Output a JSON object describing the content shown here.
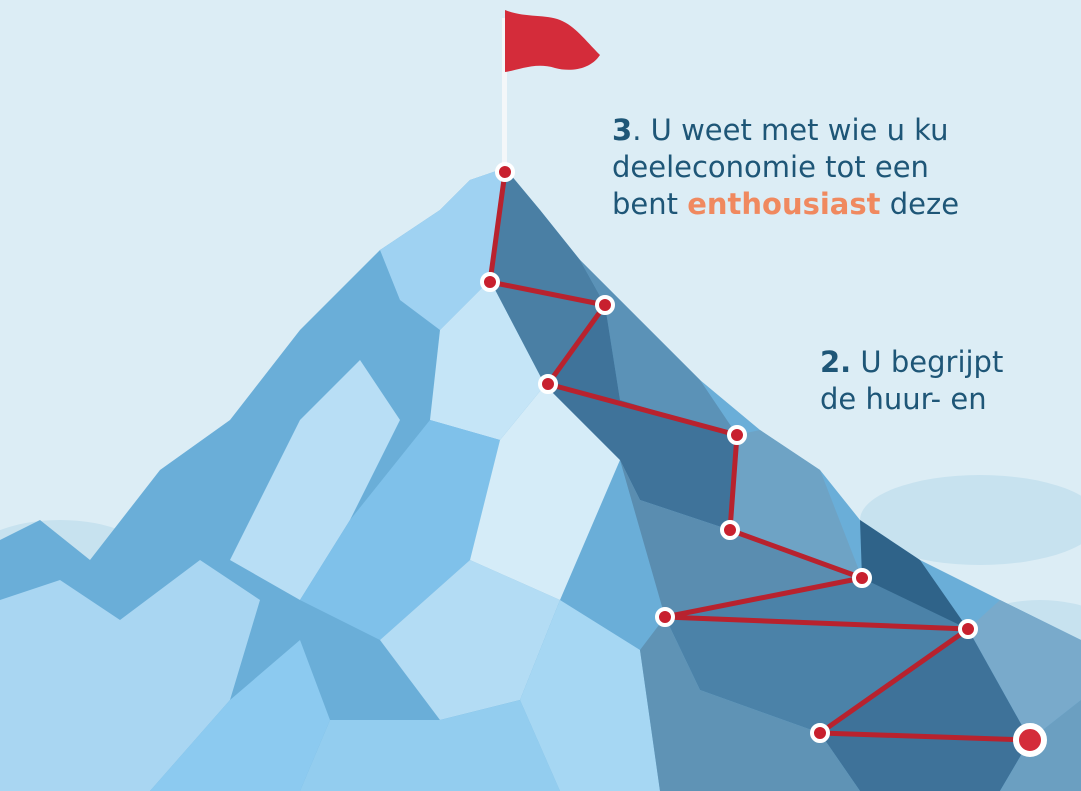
{
  "steps": [
    {
      "number": "3",
      "number_suffix": ".",
      "line1_text": " U weet met wie u ku",
      "line2_text": "deeleconomie tot een",
      "line3_pre": "bent ",
      "line3_highlight": "enthousiast",
      "line3_post": " deze"
    },
    {
      "number": "2.",
      "line1_text": " U begrijpt",
      "line2_text": "de huur- en"
    }
  ],
  "colors": {
    "background": "#dcedf5",
    "text": "#1e5677",
    "highlight": "#f0895f",
    "flag": "#d42c3a",
    "path": "#b8222e"
  },
  "icons": [
    "flag-icon",
    "route-waypoint-icon",
    "start-point-icon"
  ]
}
